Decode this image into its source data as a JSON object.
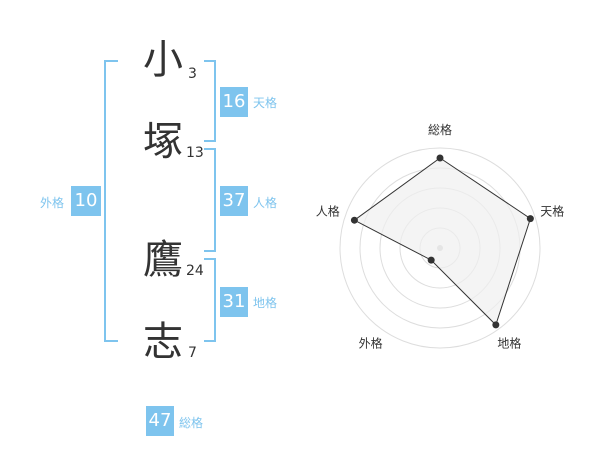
{
  "name": {
    "chars": [
      {
        "char": "小",
        "strokes": "3"
      },
      {
        "char": "塚",
        "strokes": "13"
      },
      {
        "char": "鷹",
        "strokes": "24"
      },
      {
        "char": "志",
        "strokes": "7"
      }
    ]
  },
  "fortunes": {
    "tenkaku": {
      "value": "16",
      "label": "天格"
    },
    "jinkaku": {
      "value": "37",
      "label": "人格"
    },
    "chikaku": {
      "value": "31",
      "label": "地格"
    },
    "gaikaku": {
      "value": "10",
      "label": "外格"
    },
    "soukaku": {
      "value": "47",
      "label": "総格"
    }
  },
  "colors": {
    "accent": "#7ec4ee",
    "text": "#333333",
    "radar_fill": "#efefef",
    "radar_grid": "#dddddd"
  },
  "chart_data": {
    "type": "radar",
    "axes": [
      "総格",
      "天格",
      "地格",
      "外格",
      "人格"
    ],
    "values": [
      0.9,
      0.95,
      0.95,
      0.15,
      0.9
    ],
    "rings": 5
  }
}
